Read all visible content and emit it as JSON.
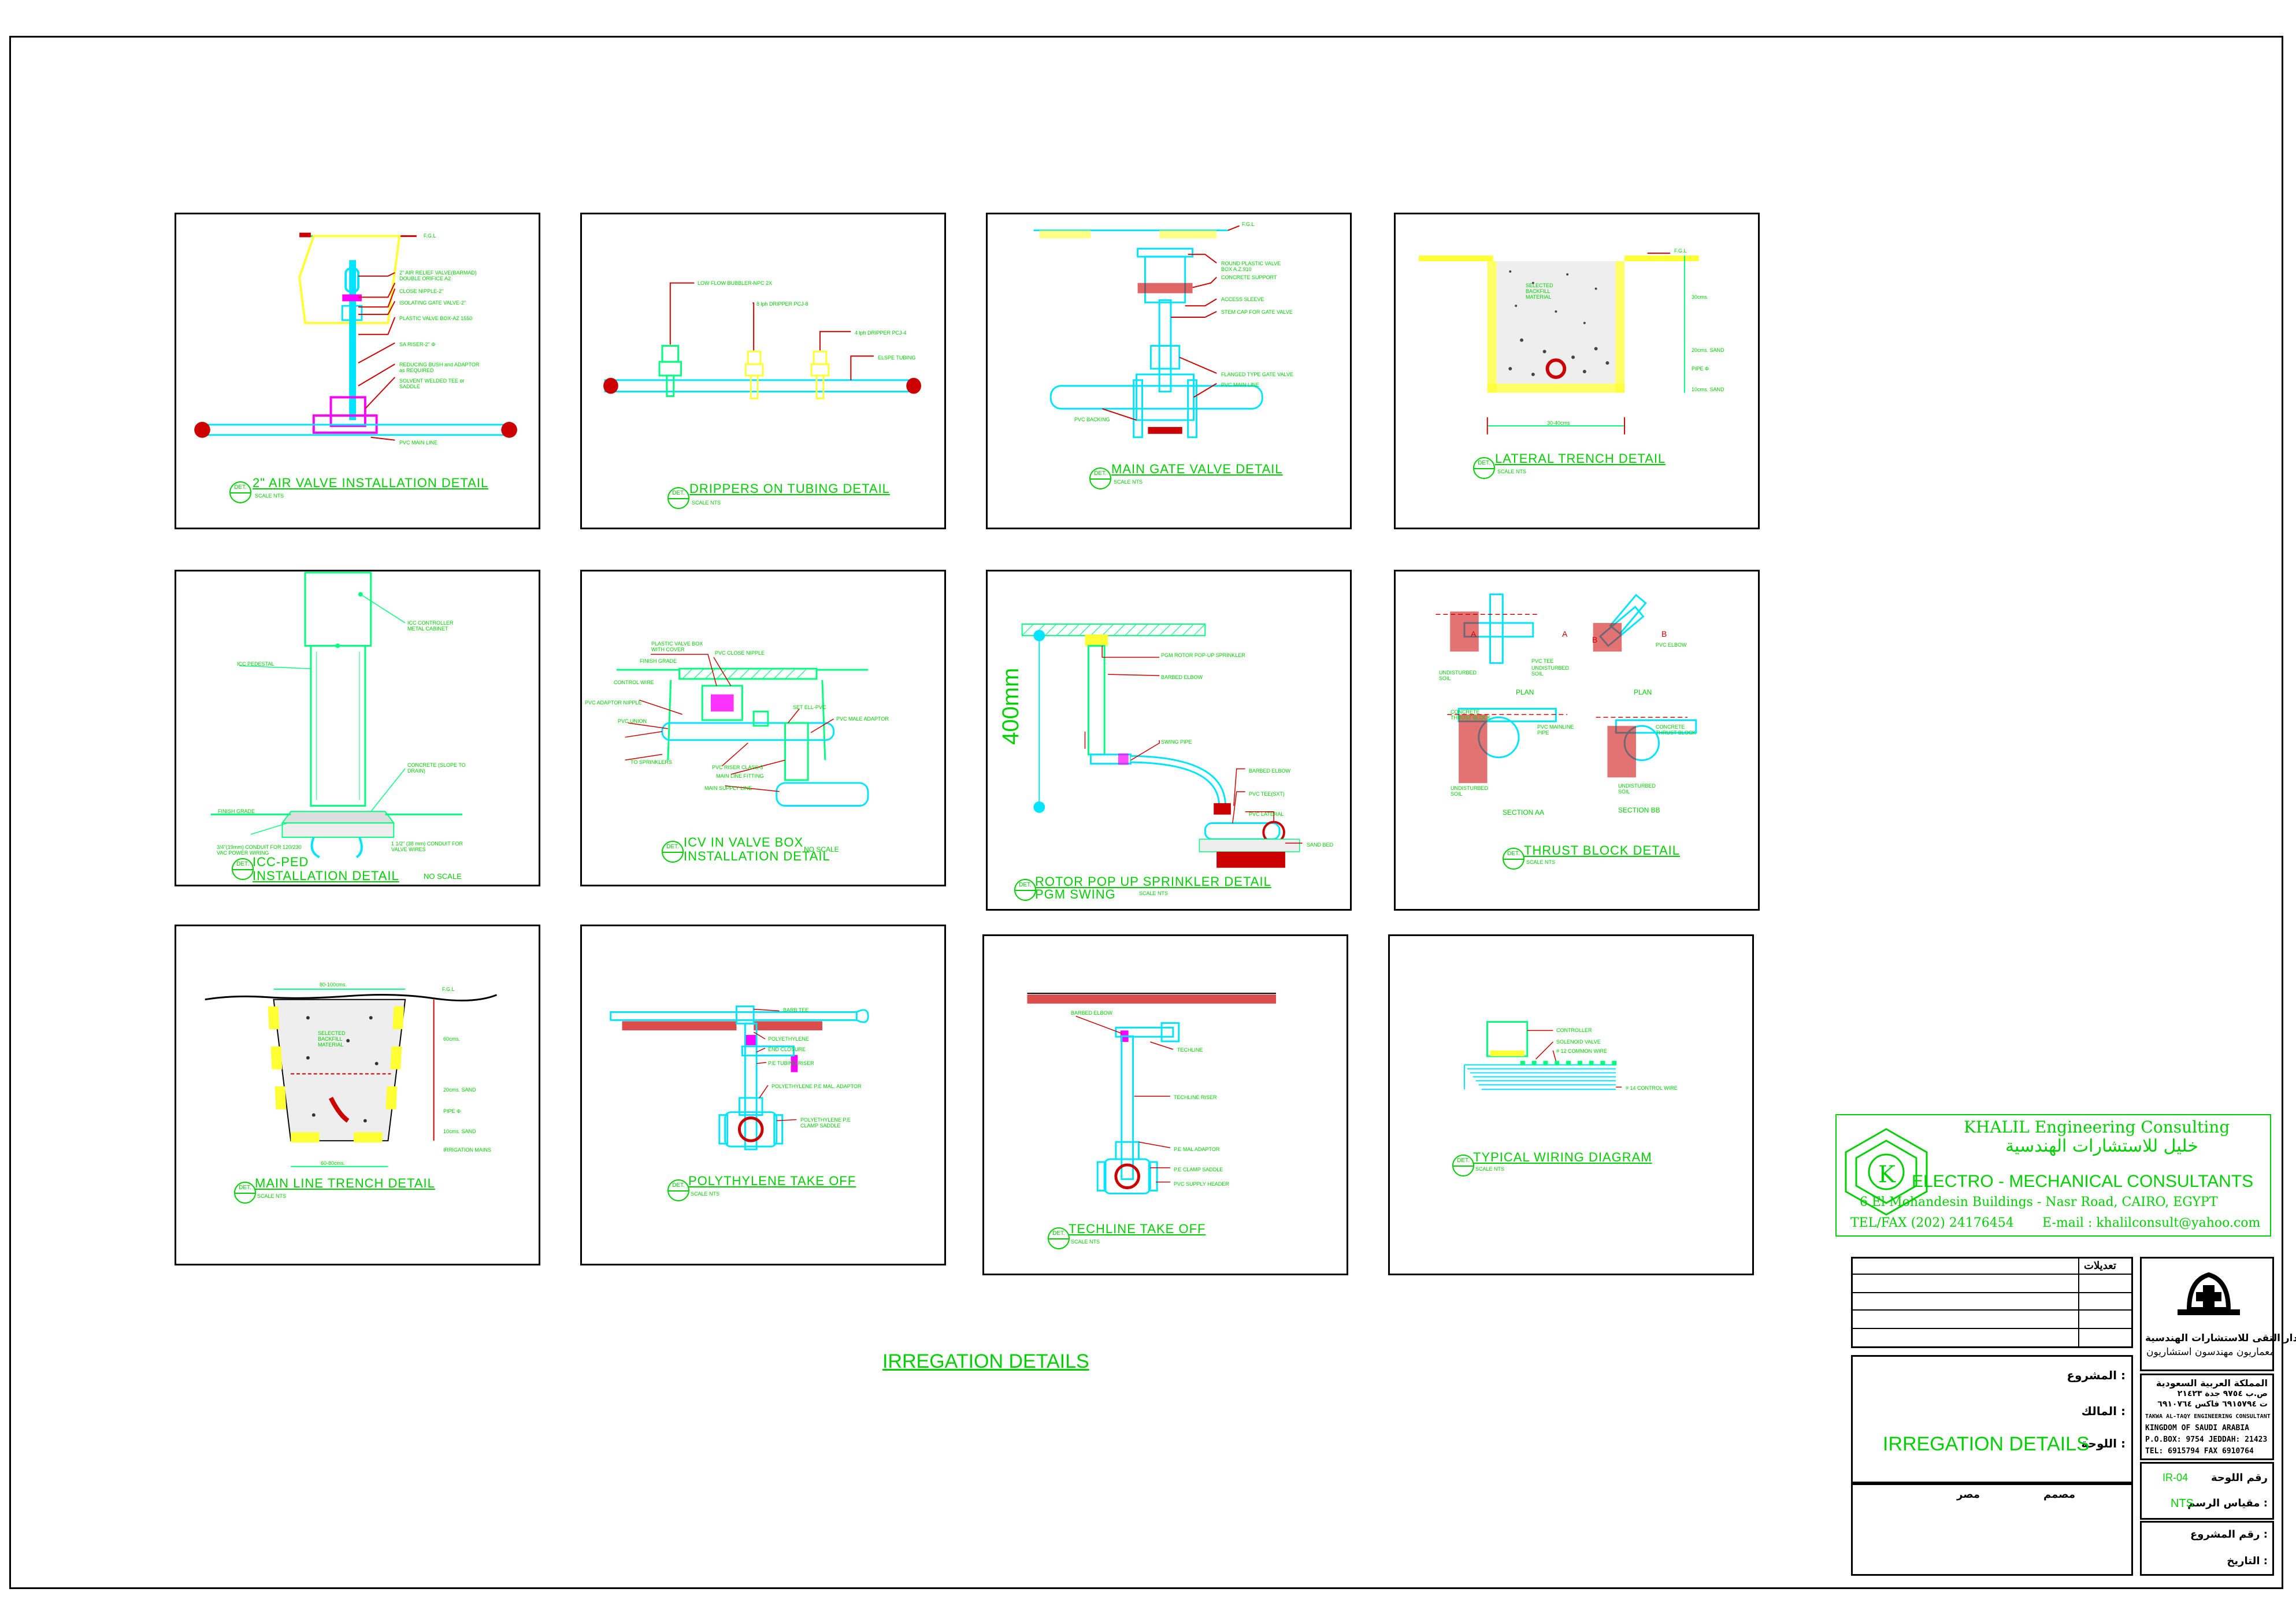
{
  "drawing": {
    "main_title": "IRREGATION DETAILS",
    "panels": [
      {
        "id": "air-valve",
        "title": "2\" AIR VALVE INSTALLATION DETAIL",
        "scale": "SCALE   NTS",
        "labels": [
          "F.G.L",
          "2\" AIR RELIEF VALVE(BARMAD) DOUBLE ORIFICE A2",
          "CLOSE NIPPLE-2\"",
          "ISOLATING GATE VALVE-2\"",
          "PLASTIC VALVE BOX-AZ 1550",
          "SA RISER-2\" Φ",
          "REDUCING BUSH and ADAPTOR as REQUIRED",
          "SOLVENT WELDED TEE or SADDLE",
          "PVC MAIN LINE"
        ]
      },
      {
        "id": "drippers",
        "title": "DRIPPERS ON TUBING DETAIL",
        "scale": "SCALE   NTS",
        "labels": [
          "LOW FLOW BUBBLER-NPC 2X",
          "8 lph DRIPPER PCJ-8",
          "4 lph DRIPPER PCJ-4",
          "ELSPE TUBING"
        ]
      },
      {
        "id": "gate-valve",
        "title": "MAIN GATE VALVE DETAIL",
        "scale": "SCALE   NTS",
        "labels": [
          "F.G.L",
          "ROUND PLASTIC VALVE BOX A.Z.910",
          "CONCRETE SUPPORT",
          "ACCESS SLEEVE",
          "STEM CAP FOR GATE VALVE",
          "FLANGED TYPE GATE VALVE",
          "PVC MAIN LINE",
          "PVC BACKING"
        ]
      },
      {
        "id": "lateral-trench",
        "title": "LATERAL TRENCH DETAIL",
        "scale": "SCALE   NTS",
        "labels": [
          "F.G.L",
          "SELECTED BACKFILL MATERIAL",
          "30cms.",
          "20cms. SAND",
          "PIPE Φ",
          "10cms. SAND",
          "30-40cms"
        ]
      },
      {
        "id": "icc-ped",
        "title": "ICC-PED",
        "title2": "INSTALLATION DETAIL",
        "scale": "NO SCALE",
        "labels": [
          "ICC CONTROLLER METAL CABINET",
          "ICC PEDESTAL",
          "CONCRETE (SLOPE TO DRAIN)",
          "FINISH GRADE",
          "3/4\"(19mm) CONDUIT FOR 120/230 VAC POWER WIRING",
          "1 1/2\" (38 mm) CONDUIT FOR VALVE WIRES"
        ]
      },
      {
        "id": "icv",
        "title": "ICV IN VALVE BOX",
        "title2": "INSTALLATION DETAIL",
        "scale": "NO SCALE",
        "labels": [
          "PLASTIC VALVE BOX WITH COVER",
          "PVC CLOSE NIPPLE",
          "FINISH GRADE",
          "CONTROL WIRE",
          "PVC ADAPTOR NIPPLE",
          "PVC UNION",
          "SET ELL-PVC",
          "PVC MALE ADAPTOR",
          "TO SPRINKLERS",
          "PVC RISER CLASS-5",
          "MAIN LINE FITTING",
          "MAIN SUPPLY LINE"
        ]
      },
      {
        "id": "rotor",
        "title": "ROTOR POP UP SPRINKLER DETAIL",
        "title2": "PGM SWING",
        "scale": "SCALE   NTS",
        "dimension": "400mm",
        "labels": [
          "PGM ROTOR POP-UP SPRINKLER",
          "BARBED ELBOW",
          "SWING PIPE",
          "BARBED ELBOW",
          "PVC TEE(SXT)",
          "PVC LATERAL",
          "SAND BED"
        ]
      },
      {
        "id": "thrust",
        "title": "THRUST BLOCK DETAIL",
        "scale": "SCALE   NTS",
        "labels": [
          "A",
          "A",
          "B",
          "B",
          "UNDISTURBED SOIL",
          "PVC TEE",
          "UNDISTURBED SOIL",
          "PVC ELBOW",
          "PLAN",
          "PLAN",
          "CONCRETE THRUST BLOCK",
          "PVC MAINLINE PIPE",
          "CONCRETE THRUST BLOCK",
          "UNDISTURBED SOIL",
          "UNDISTURBED SOIL",
          "SECTION AA",
          "SECTION BB"
        ]
      },
      {
        "id": "main-trench",
        "title": "MAIN LINE TRENCH DETAIL",
        "scale": "SCALE   NTS",
        "labels": [
          "80-100cms.",
          "F.G.L",
          "SELECTED BACKFILL MATERIAL",
          "60cms.",
          "PIPE Φ",
          "20cms. SAND",
          "10cms. SAND",
          "IRRIGATION MAINS",
          "60-80cms."
        ]
      },
      {
        "id": "poly",
        "title": "POLYTHYLENE TAKE OFF",
        "scale": "SCALE   NTS",
        "labels": [
          "BARB TEE",
          "POLYETHYLENE",
          "END CLOSURE",
          "P.E TUBING RISER",
          "POLYETHYLENE P.E MAL. ADAPTOR",
          "POLYETHYLENE P.E CLAMP SADDLE"
        ]
      },
      {
        "id": "techline",
        "title": "TECHLINE TAKE OFF",
        "scale": "SCALE   NTS",
        "labels": [
          "BARBED ELBOW",
          "TECHLINE",
          "TECHLINE RISER",
          "P.E MAL ADAPTOR",
          "P.E CLAMP SADDLE",
          "PVC SUPPLY HEADER"
        ]
      },
      {
        "id": "wiring",
        "title": "TYPICAL WIRING DIAGRAM",
        "scale": "SCALE   NTS",
        "labels": [
          "CONTROLLER",
          "SOLENOID VALVE",
          "# 12 COMMON WIRE",
          "# 14 CONTROL WIRE"
        ]
      }
    ]
  },
  "consultant": {
    "name_en": "KHALIL Engineering Consulting",
    "name_ar": "خليل للاستشارات الهندسية",
    "tagline": "ELECTRO - MECHANICAL CONSULTANTS",
    "address": "6  El Mohandesin Buildings - Nasr Road, CAIRO, EGYPT",
    "telfax": "TEL/FAX (202)  24176454",
    "email": "E-mail :  khalilconsult@yahoo.com",
    "logo_letter": "K"
  },
  "title_block": {
    "revisions_label": "تعديلات",
    "project_label": "المشروع :",
    "owner_label": "المالك :",
    "sheet_label": "اللوحة :",
    "sheet_title": "IRREGATION DETAILS",
    "designed_label": "مصمم",
    "checked_label": "مصر",
    "sheet_no_label": "رقم اللوحة",
    "sheet_no": "IR-04",
    "scale_label": "مقياس الرسم :",
    "scale": "NTS",
    "project_no_label": "رقم المشروع :",
    "date_label": "التاريخ :",
    "office_name_ar": "دار التقى للاستشارات الهندسية",
    "office_sub_ar": "معماريون مهندسون استشاريون",
    "office_address": [
      "المملكة العربية السعودية",
      "ص.ب ٩٧٥٤ جدة ٢١٤٢٣",
      "ت ٦٩١٥٧٩٤ فاكس ٦٩١٠٧٦٤",
      "TAKWA AL-TAQY ENGINEERING CONSULTANT",
      "KINGDOM OF SAUDI ARABIA",
      "P.O.BOX: 9754 JEDDAH: 21423",
      "TEL: 6915794 FAX 6910764"
    ]
  },
  "colors": {
    "line": "#00ff7f",
    "text": "#00d000",
    "pipe": "#00e5ff",
    "mag": "#ff00ff",
    "red": "#cc0000",
    "yellow": "#ffff33"
  }
}
